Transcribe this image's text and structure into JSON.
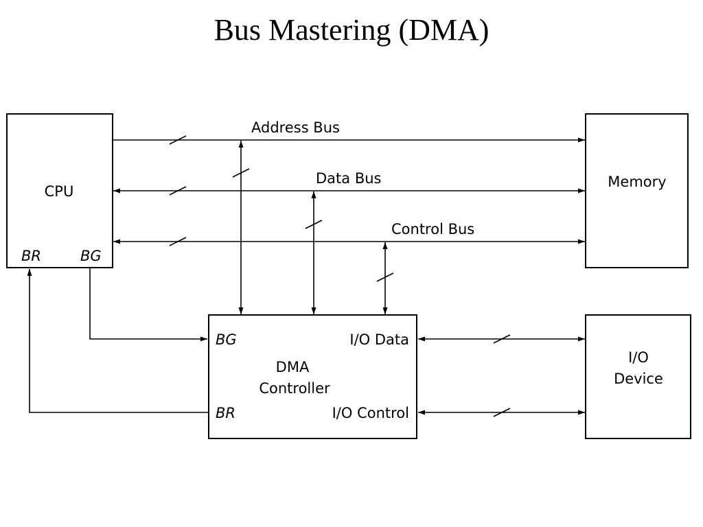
{
  "title": "Bus Mastering (DMA)",
  "cpu": {
    "label": "CPU",
    "br": "BR",
    "bg": "BG"
  },
  "memory": {
    "label": "Memory"
  },
  "buses": {
    "address": "Address Bus",
    "data": "Data Bus",
    "control": "Control Bus"
  },
  "dma": {
    "line1": "DMA",
    "line2": "Controller",
    "bg": "BG",
    "br": "BR",
    "io_data": "I/O Data",
    "io_control": "I/O Control"
  },
  "io_device": {
    "line1": "I/O",
    "line2": "Device"
  }
}
